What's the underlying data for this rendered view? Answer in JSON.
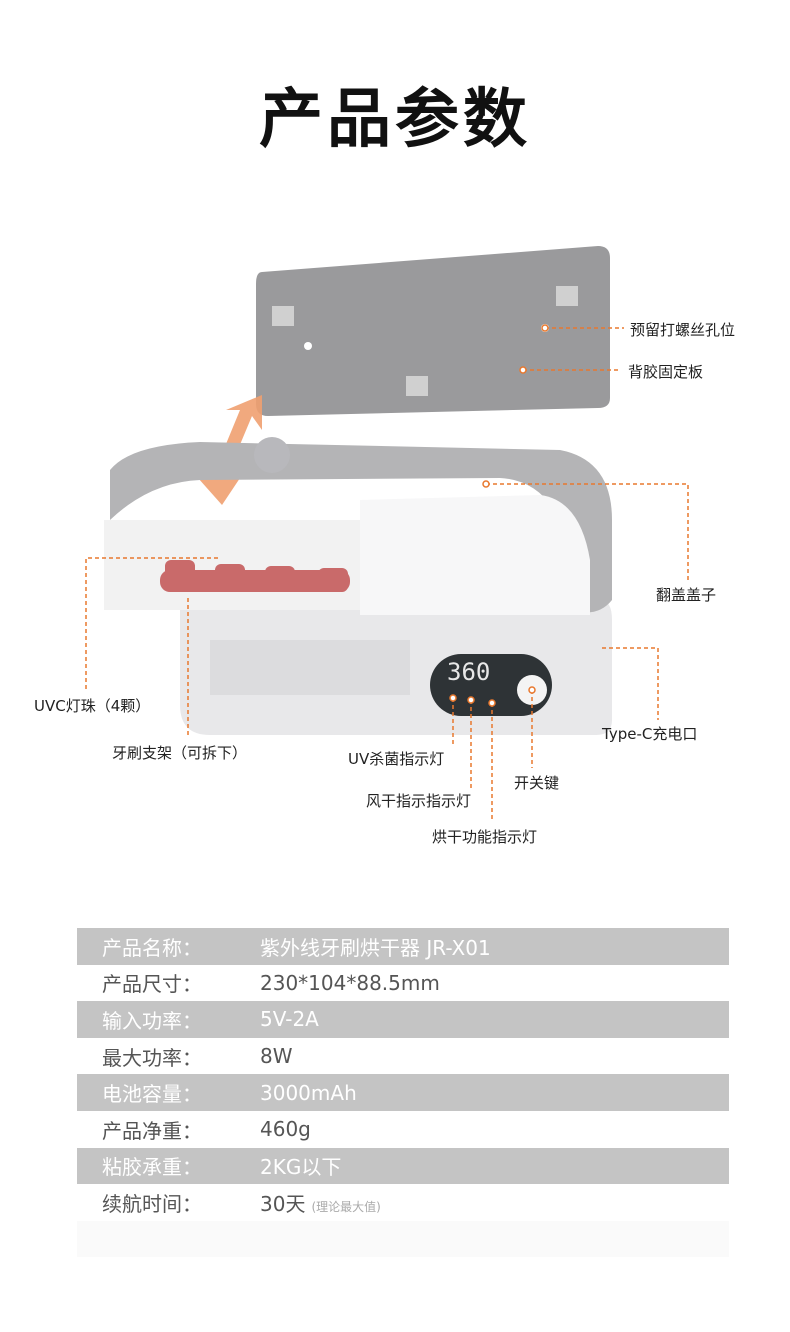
{
  "title": "产品参数",
  "device": {
    "display_reading": "360"
  },
  "callouts": {
    "screw_hole": "预留打螺丝孔位",
    "adhesive_plate": "背胶固定板",
    "flip_lid": "翻盖盖子",
    "uvc_beads": "UVC灯珠（4颗）",
    "brush_holder": "牙刷支架（可拆下）",
    "uv_indicator": "UV杀菌指示灯",
    "air_dry_indicator": "风干指示指示灯",
    "heat_dry_indicator": "烘干功能指示灯",
    "power_key": "开关键",
    "typec_port": "Type-C充电口"
  },
  "specs": [
    {
      "label": "产品名称：",
      "value": "紫外线牙刷烘干器 JR-X01"
    },
    {
      "label": "产品尺寸：",
      "value": "230*104*88.5mm"
    },
    {
      "label": "输入功率：",
      "value": "5V-2A"
    },
    {
      "label": "最大功率：",
      "value": "8W"
    },
    {
      "label": "电池容量：",
      "value": "3000mAh"
    },
    {
      "label": "产品净重：",
      "value": "460g"
    },
    {
      "label": "粘胶承重：",
      "value": "2KG以下"
    },
    {
      "label": "续航时间：",
      "value": "30天",
      "note": "(理论最大值)"
    }
  ],
  "colors": {
    "accent": "#e8782e",
    "shade": "#c4c4c4"
  }
}
